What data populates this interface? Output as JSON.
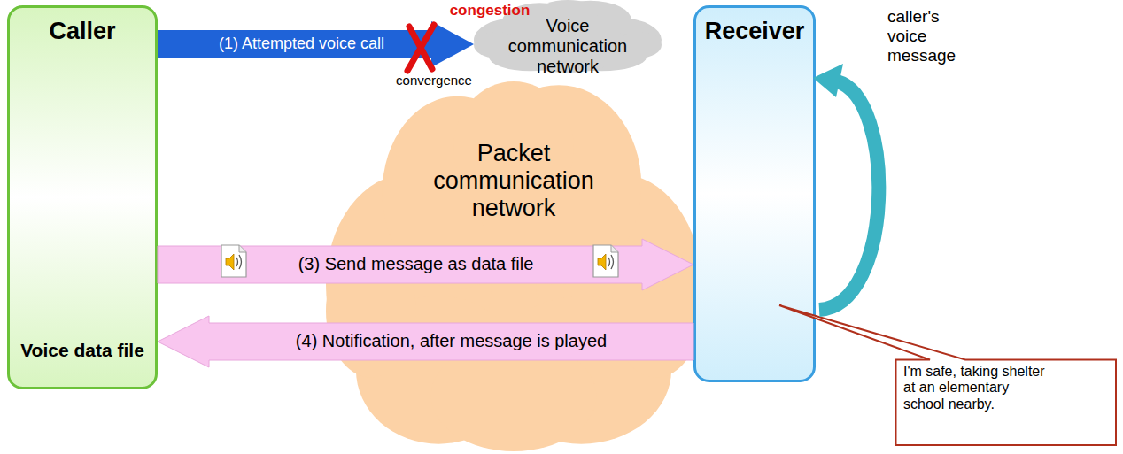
{
  "diagram": {
    "nodes": [
      {
        "text": [
          "Caller",
          "Voice data file"
        ]
      },
      {
        "text": [
          "Voice communication network"
        ]
      },
      {
        "text": [
          "Packet communication network"
        ]
      },
      {
        "text": [
          "Receiver"
        ]
      },
      {
        "text": [
          "I'm safe, taking shelter at an elementary school nearby."
        ]
      }
    ],
    "edges": [
      {
        "from": 0,
        "to": 1,
        "label": "(1) Attempted voice call",
        "arrow": "to"
      },
      {
        "from": 0,
        "to": 3,
        "label": "(3) Send message as data file",
        "arrow": "to"
      },
      {
        "from": 3,
        "to": 0,
        "label": "(4) Notification, after message is played",
        "arrow": "to"
      }
    ],
    "labels": [
      "congestion",
      "convergence",
      "caller's voice message"
    ]
  }
}
